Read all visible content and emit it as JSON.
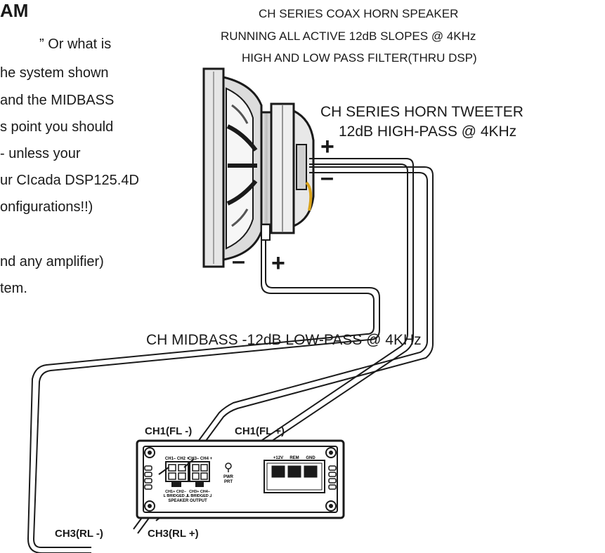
{
  "heading": "AM",
  "paragraph_lines": [
    "” Or what is",
    "he system shown",
    " and the MIDBASS",
    "s point you should",
    " - unless your",
    "ur CIcada DSP125.4D",
    "onfigurations!!)",
    "",
    "nd any amplifier)",
    "tem."
  ],
  "coax_caption": [
    "CH SERIES COAX HORN SPEAKER",
    "RUNNING ALL ACTIVE 12dB SLOPES @ 4KHz",
    "HIGH AND LOW PASS FILTER(THRU DSP)"
  ],
  "tweeter_caption": [
    "CH SERIES HORN TWEETER",
    "12dB HIGH-PASS @ 4KHz"
  ],
  "midbass_caption": "CH MIDBASS -12dB LOW-PASS @ 4KHz",
  "polarity": {
    "plus": "+",
    "minus": "–"
  },
  "channel_labels": {
    "ch1_neg": "CH1(FL -)",
    "ch1_pos": "CH1(FL +)",
    "ch3_neg": "CH3(RL -)",
    "ch3_pos": "CH3(RL +)"
  },
  "amp": {
    "ch12": "CH1– CH2 +",
    "ch34": "CH3– CH4 +",
    "bridged_left": [
      "CH1+ CH2–",
      "L BRIDGED ⅃"
    ],
    "bridged_right": [
      "CH3+ CH4–",
      "L BRIDGED ⅃"
    ],
    "speaker_output": "SPEAKER OUTPUT",
    "pwr": "PWR",
    "prt": "PRT",
    "power_terminals": [
      "+12V",
      "REM",
      "GND"
    ]
  }
}
